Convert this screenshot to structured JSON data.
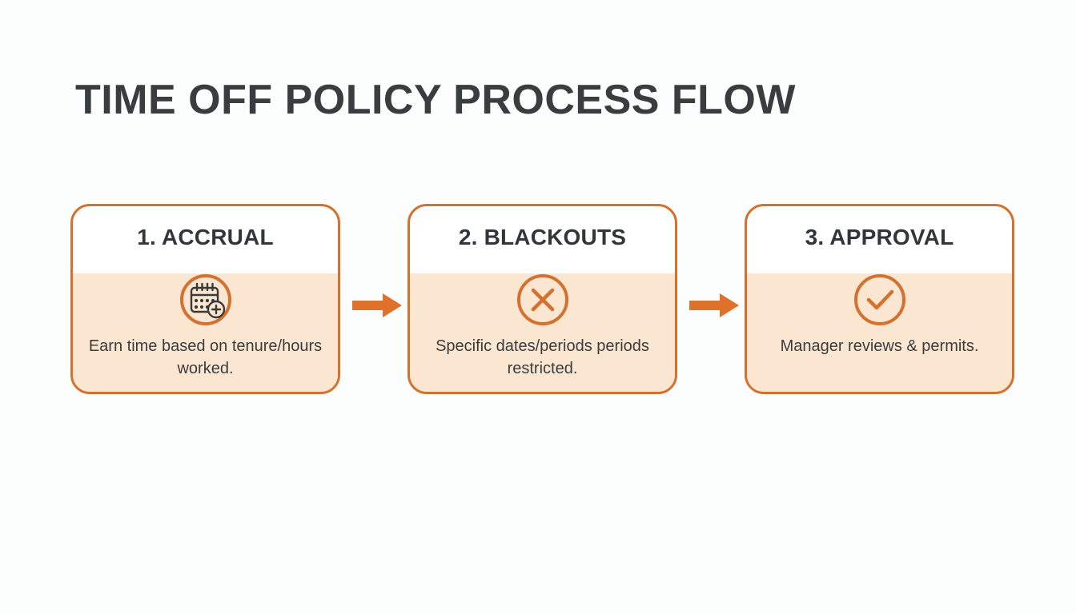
{
  "page": {
    "title": "TIME OFF POLICY PROCESS FLOW",
    "background_color": "#fcfdfd",
    "accent_color": "#d4712f",
    "card_body_color": "#fbe6d2",
    "title_color": "#3a3d40"
  },
  "flow": {
    "steps": [
      {
        "header": "1. ACCRUAL",
        "icon": "calendar-plus-icon",
        "description": "Earn time based on tenure/hours worked."
      },
      {
        "header": "2. BLACKOUTS",
        "icon": "x-circle-icon",
        "description": "Specific dates/periods periods restricted."
      },
      {
        "header": "3. APPROVAL",
        "icon": "check-circle-icon",
        "description": "Manager reviews & permits."
      }
    ],
    "connectors": [
      {
        "icon": "arrow-right-icon"
      },
      {
        "icon": "arrow-right-icon"
      }
    ]
  }
}
